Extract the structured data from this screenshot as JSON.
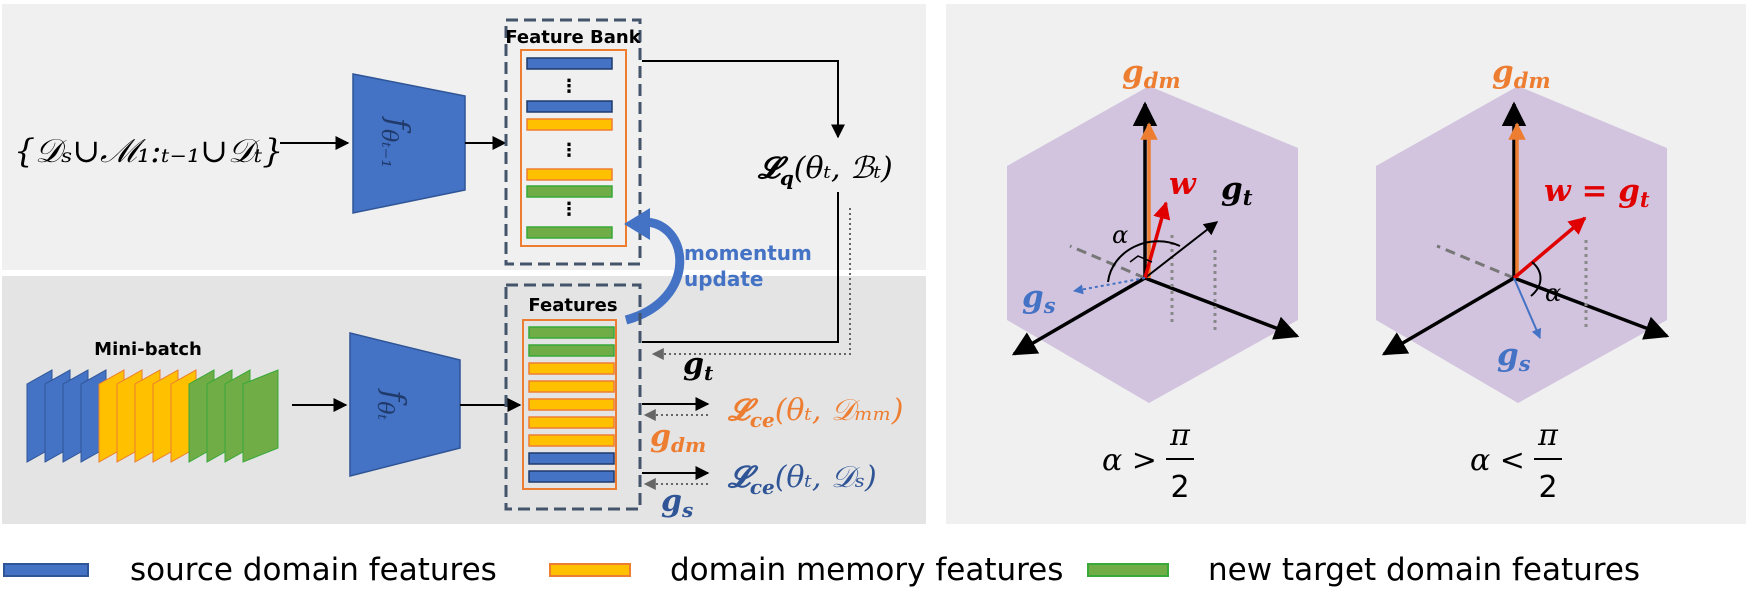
{
  "labels": {
    "feature_bank": "Feature Bank",
    "features": "Features",
    "mini_batch": "Mini-batch",
    "momentum_update": [
      "momentum",
      "update"
    ],
    "input_set": "{𝒟ₛ∪ℳ₁:ₜ₋₁∪𝒟ₜ}",
    "encoder_prev": "f",
    "encoder_prev_sub": "θₜ₋₁",
    "encoder_cur": "f",
    "encoder_cur_sub": "θₜ",
    "loss_q": "𝓛",
    "loss_q_sub": "q",
    "loss_q_args": "(θₜ, ℬₜ)",
    "loss_ce_dm": "𝓛",
    "loss_ce_dm_sub": "ce",
    "loss_ce_dm_args": "(θₜ, 𝒟ₘₘ)",
    "loss_ce_s": "𝓛",
    "loss_ce_s_sub": "ce",
    "loss_ce_s_args": "(θₜ, 𝒟ₛ)",
    "g_t": "g",
    "g_t_sub": "t",
    "g_dm": "g",
    "g_dm_sub": "dm",
    "g_s": "g",
    "g_s_sub": "s"
  },
  "right_panels": [
    {
      "g_dm": "g",
      "g_dm_sub": "dm",
      "w": "w",
      "g_t": "g",
      "g_t_sub": "t",
      "g_s": "g",
      "g_s_sub": "s",
      "alpha": "α",
      "condition_lhs": "α >",
      "condition_num": "π",
      "condition_den": "2"
    },
    {
      "g_dm": "g",
      "g_dm_sub": "dm",
      "w_eq_gt": "w = g",
      "w_eq_gt_sub": "t",
      "g_s": "g",
      "g_s_sub": "s",
      "alpha": "α",
      "condition_lhs": "α <",
      "condition_num": "π",
      "condition_den": "2"
    }
  ],
  "legend": [
    {
      "label": "source domain features",
      "fill": "#4472C4",
      "stroke": "#2F5597"
    },
    {
      "label": "domain memory features",
      "fill": "#FFC000",
      "stroke": "#ED7D31"
    },
    {
      "label": "new target domain features",
      "fill": "#70AD47",
      "stroke": "#38A838"
    }
  ],
  "colors": {
    "source": "#4472C4",
    "memory": "#FFC000",
    "target": "#70AD47",
    "orange_text": "#ED7D31",
    "blue_text": "#4472C4",
    "w_red": "#FF0000",
    "plane": "#D2C4DF",
    "panel_light": "#F0F0F0",
    "panel_dark": "#E4E4E4"
  }
}
